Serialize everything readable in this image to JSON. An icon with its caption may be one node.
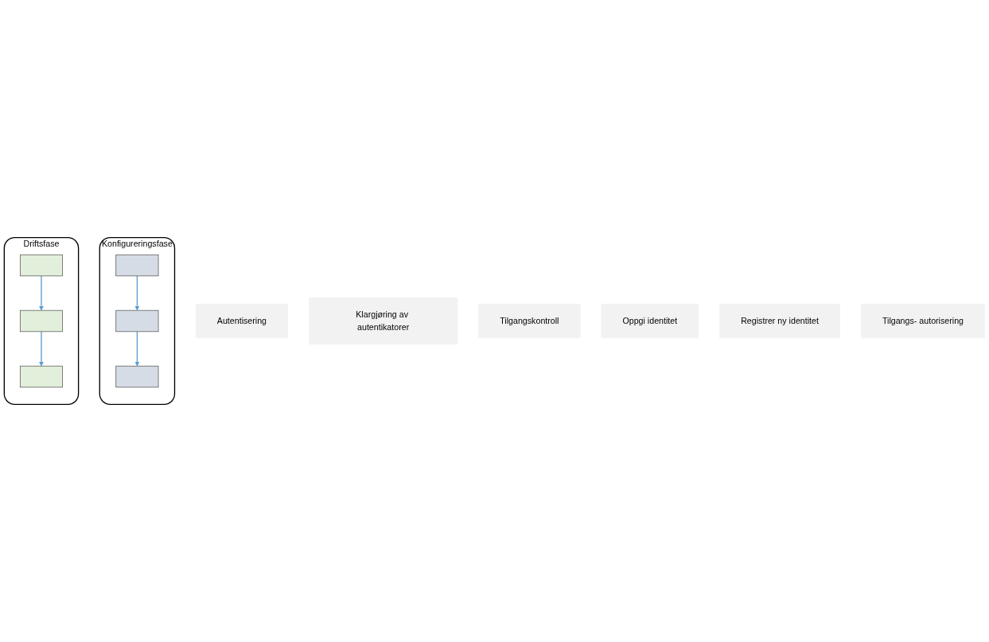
{
  "diagram": {
    "nodes": [
      {
        "text": [
          "Konfigureringsfase"
        ]
      },
      {
        "text": [],
        "shape": "box",
        "in": 0
      },
      {
        "text": [],
        "shape": "box",
        "in": 0
      },
      {
        "text": [],
        "shape": "box",
        "in": 0
      },
      {
        "text": [
          "Driftsfase"
        ]
      },
      {
        "text": [],
        "shape": "box",
        "in": 4
      },
      {
        "text": [],
        "shape": "box",
        "in": 4
      },
      {
        "text": [],
        "shape": "box",
        "in": 4
      },
      {
        "text": [
          "Autentisering"
        ]
      },
      {
        "text": [
          "Klargjøring av autentikatorer"
        ]
      },
      {
        "text": [
          "Tilgangskontroll"
        ]
      },
      {
        "text": [
          "Oppgi identitet"
        ]
      },
      {
        "text": [
          "Registrer ny identitet"
        ]
      },
      {
        "text": [
          "Tilgangs- autorisering"
        ]
      }
    ],
    "edges": [
      {
        "from": 1,
        "to": 2,
        "arrow": "to"
      },
      {
        "from": 2,
        "to": 3,
        "arrow": "to"
      },
      {
        "from": 5,
        "to": 6,
        "arrow": "to"
      },
      {
        "from": 6,
        "to": 7,
        "arrow": "to"
      }
    ]
  }
}
